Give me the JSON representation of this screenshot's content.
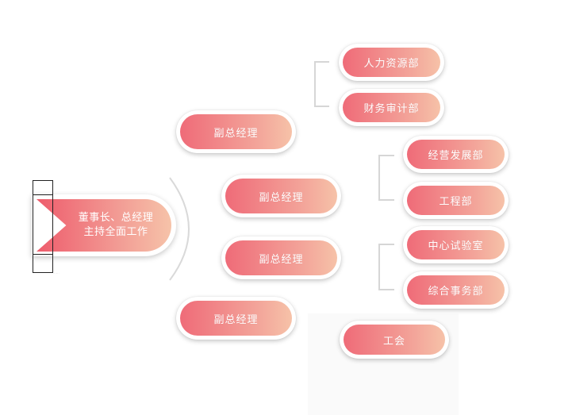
{
  "root": {
    "line1": "董事长、总经理",
    "line2": "主持全面工作"
  },
  "deputies": [
    {
      "label": "副总经理"
    },
    {
      "label": "副总经理"
    },
    {
      "label": "副总经理"
    },
    {
      "label": "副总经理"
    }
  ],
  "departments": {
    "hr": "人力资源部",
    "finance": "财务审计部",
    "operations": "经营发展部",
    "engineering": "工程部",
    "lab": "中心试验室",
    "general_affairs": "综合事务部",
    "union": "工会"
  },
  "tiny_text": "·· ··· ·",
  "colors": {
    "pill_start": "#ef6b78",
    "pill_end": "#f6c2a8",
    "connector": "#d6d6d6"
  }
}
